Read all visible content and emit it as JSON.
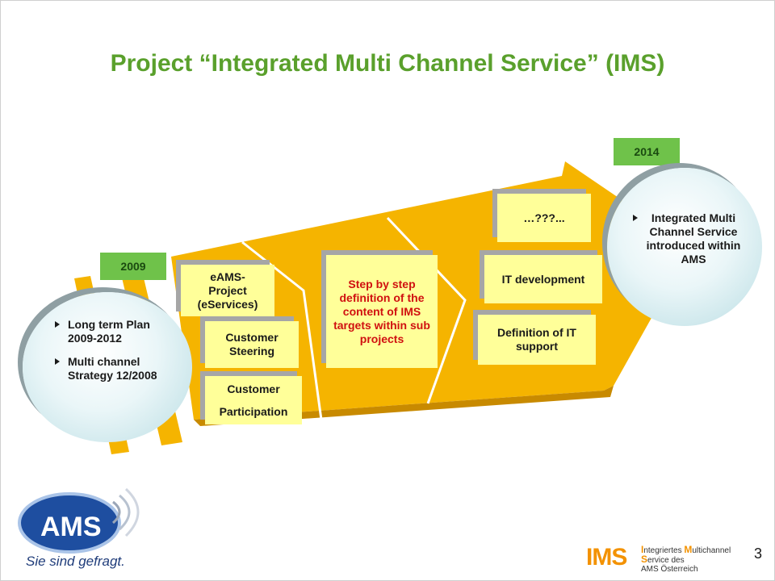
{
  "title": "Project “Integrated Multi Channel Service” (IMS)",
  "years": {
    "start": "2009",
    "end": "2014"
  },
  "start_circle": {
    "items": [
      "Long term Plan 2009-2012",
      "Multi channel Strategy 12/2008"
    ]
  },
  "end_circle": {
    "item": "Integrated Multi Channel Service introduced within AMS"
  },
  "boxes": {
    "eams": [
      "eAMS-",
      "Project",
      "(eServices)"
    ],
    "steering": [
      "Customer",
      "Steering"
    ],
    "participation": [
      "Customer",
      "Participation"
    ],
    "step": "Step by step definition  of the content of IMS targets within sub projects",
    "unknown": "…???...",
    "it_dev": "IT development",
    "it_support": [
      "Definition of IT",
      "support"
    ]
  },
  "page_number": "3",
  "logo": {
    "text": "AMS",
    "slogan": "Sie sind gefragt."
  },
  "ims_logo": {
    "text": "IMS",
    "line1_cap": "I",
    "line1": "ntegriertes ",
    "line1b_cap": "M",
    "line1b": "ultichannel",
    "line2_cap": "S",
    "line2": "ervice des",
    "line3": "AMS Österreich"
  },
  "colors": {
    "title": "#5aa02c",
    "arrow": "#f5b400",
    "box": "#ffff99",
    "year": "#6fc24a",
    "highlight_text": "#d01010"
  }
}
